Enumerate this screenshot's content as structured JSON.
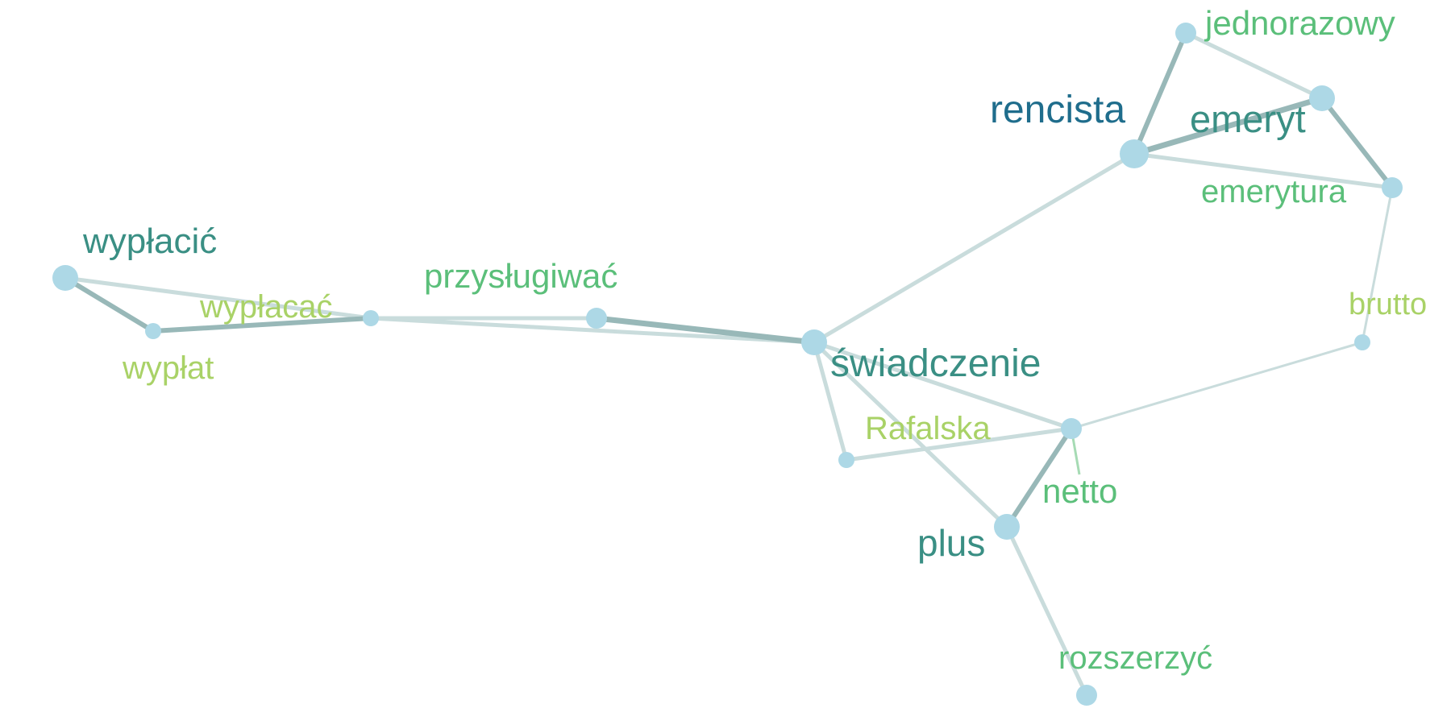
{
  "graph": {
    "nodes": [
      {
        "id": "jednorazowy",
        "label": "jednorazowy",
        "weight": 2,
        "color": "#5bbf7a"
      },
      {
        "id": "emeryt",
        "label": "emeryt",
        "weight": 3,
        "color": "#3a8f84"
      },
      {
        "id": "rencista",
        "label": "rencista",
        "weight": 4,
        "color": "#1f6d8c"
      },
      {
        "id": "emerytura",
        "label": "emerytura",
        "weight": 2,
        "color": "#5bbf7a"
      },
      {
        "id": "brutto",
        "label": "brutto",
        "weight": 1,
        "color": "#a9d267"
      },
      {
        "id": "wyplacic",
        "label": "wypłacić",
        "weight": 3,
        "color": "#3a8f84"
      },
      {
        "id": "wyplat",
        "label": "wypłat",
        "weight": 1,
        "color": "#a9d267"
      },
      {
        "id": "wyplacac",
        "label": "wypłacać",
        "weight": 1,
        "color": "#a9d267"
      },
      {
        "id": "przyslugiwac",
        "label": "przysługiwać",
        "weight": 2,
        "color": "#5bbf7a"
      },
      {
        "id": "swiadczenie",
        "label": "świadczenie",
        "weight": 3,
        "color": "#3a8f84"
      },
      {
        "id": "rafalska",
        "label": "Rafalska",
        "weight": 1,
        "color": "#a9d267"
      },
      {
        "id": "netto",
        "label": "netto",
        "weight": 2,
        "color": "#5bbf7a"
      },
      {
        "id": "plus",
        "label": "plus",
        "weight": 3,
        "color": "#3a8f84"
      },
      {
        "id": "rozszerzyc",
        "label": "rozszerzyć",
        "weight": 2,
        "color": "#5bbf7a"
      }
    ],
    "edges": [
      {
        "source": "jednorazowy",
        "target": "rencista",
        "strength": 2
      },
      {
        "source": "jednorazowy",
        "target": "emeryt",
        "strength": 1
      },
      {
        "source": "rencista",
        "target": "emeryt",
        "strength": 3
      },
      {
        "source": "rencista",
        "target": "emerytura",
        "strength": 1
      },
      {
        "source": "emeryt",
        "target": "emerytura",
        "strength": 2
      },
      {
        "source": "emerytura",
        "target": "brutto",
        "strength": 0
      },
      {
        "source": "rencista",
        "target": "swiadczenie",
        "strength": 1
      },
      {
        "source": "wyplacic",
        "target": "wyplat",
        "strength": 2
      },
      {
        "source": "wyplacic",
        "target": "wyplacac",
        "strength": 1
      },
      {
        "source": "wyplat",
        "target": "wyplacac",
        "strength": 2
      },
      {
        "source": "wyplacac",
        "target": "przyslugiwac",
        "strength": 1
      },
      {
        "source": "wyplacac",
        "target": "swiadczenie",
        "strength": 1
      },
      {
        "source": "przyslugiwac",
        "target": "swiadczenie",
        "strength": 3
      },
      {
        "source": "swiadczenie",
        "target": "rafalska",
        "strength": 1
      },
      {
        "source": "swiadczenie",
        "target": "plus",
        "strength": 1
      },
      {
        "source": "swiadczenie",
        "target": "netto",
        "strength": 1
      },
      {
        "source": "rafalska",
        "target": "netto",
        "strength": 1
      },
      {
        "source": "netto",
        "target": "plus",
        "strength": 2
      },
      {
        "source": "netto",
        "target": "brutto",
        "strength": 0
      },
      {
        "source": "plus",
        "target": "rozszerzyc",
        "strength": 1
      }
    ],
    "colors": {
      "node_fill": "#add8e6",
      "edge_light": "#c9dcdc",
      "edge_dark": "#98b8b8",
      "edge_green": "#a6dbb4"
    }
  }
}
